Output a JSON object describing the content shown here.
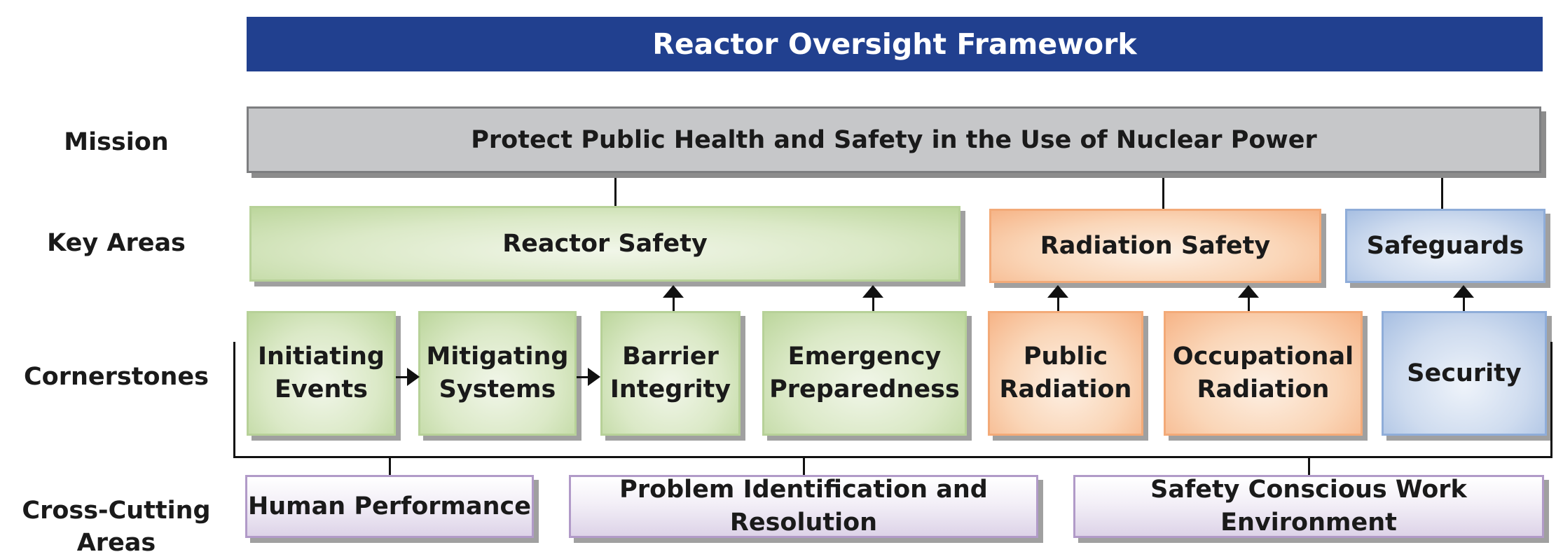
{
  "title": "Reactor Oversight Framework",
  "row_labels": {
    "mission": "Mission",
    "key_areas": "Key Areas",
    "cornerstones": "Cornerstones",
    "cross_cutting_line1": "Cross-Cutting",
    "cross_cutting_line2": "Areas"
  },
  "mission": "Protect Public Health and Safety in the Use of Nuclear Power",
  "key_areas": {
    "reactor_safety": "Reactor Safety",
    "radiation_safety": "Radiation Safety",
    "safeguards": "Safeguards"
  },
  "cornerstones": {
    "initiating_events": {
      "line1": "Initiating",
      "line2": "Events"
    },
    "mitigating_systems": {
      "line1": "Mitigating",
      "line2": "Systems"
    },
    "barrier_integrity": {
      "line1": "Barrier",
      "line2": "Integrity"
    },
    "emergency_preparedness": {
      "line1": "Emergency",
      "line2": "Preparedness"
    },
    "public_radiation": {
      "line1": "Public",
      "line2": "Radiation"
    },
    "occupational_radiation": {
      "line1": "Occupational",
      "line2": "Radiation"
    },
    "security": "Security"
  },
  "cross_cutting": {
    "human_performance": "Human Performance",
    "problem_identification": "Problem Identification and Resolution",
    "safety_conscious": "Safety Conscious Work Environment"
  },
  "colors": {
    "title_bar": "#21408f",
    "mission": "#c6c7c9",
    "reactor_safety": "#c9deae",
    "radiation_safety": "#f8c8a0",
    "safeguards": "#bcd0ea",
    "cross_cutting": "#ddd3e8"
  }
}
